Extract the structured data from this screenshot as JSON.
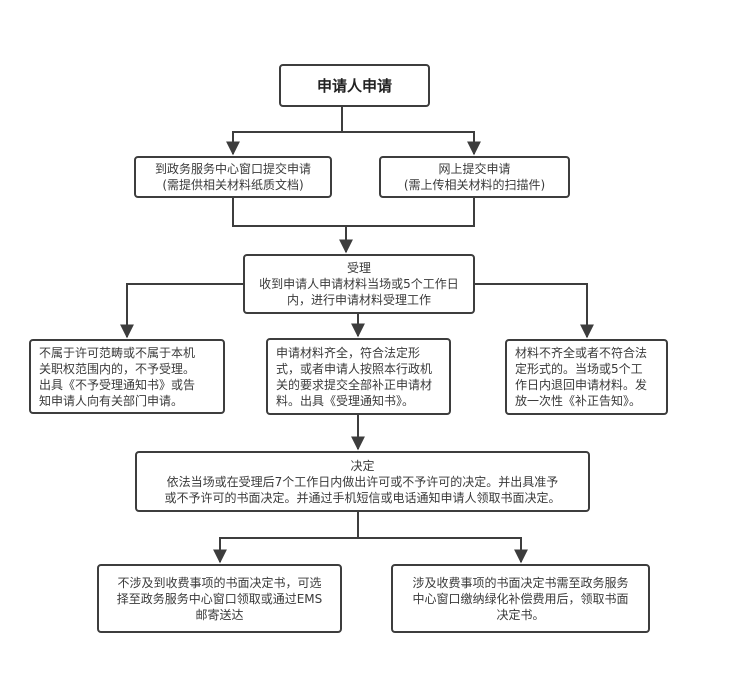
{
  "diagram": {
    "type": "flowchart",
    "colors": {
      "border": "#3d3d3d",
      "line": "#3d3d3d",
      "text": "#3a3a3a",
      "background": "#ffffff"
    },
    "nodes": {
      "apply": {
        "lines": [
          "申请人申请"
        ]
      },
      "offline_submit": {
        "lines": [
          "到政务服务中心窗口提交申请",
          "(需提供相关材料纸质文档)"
        ]
      },
      "online_submit": {
        "lines": [
          "网上提交申请",
          "(需上传相关材料的扫描件)"
        ]
      },
      "acceptance": {
        "lines": [
          "受理",
          "收到申请人申请材料当场或5个工作日",
          "内，进行申请材料受理工作"
        ]
      },
      "not_accepted": {
        "lines": [
          "不属于许可范畴或不属于本机",
          "关职权范围内的，不予受理。",
          "出具《不予受理通知书》或告",
          "知申请人向有关部门申请。"
        ]
      },
      "accepted": {
        "lines": [
          "申请材料齐全，符合法定形",
          "式，或者申请人按照本行政机",
          "关的要求提交全部补正申请材",
          "料。出具《受理通知书》。"
        ]
      },
      "incomplete": {
        "lines": [
          "材料不齐全或者不符合法",
          "定形式的。当场或5个工",
          "作日内退回申请材料。发",
          "放一次性《补正告知》。"
        ]
      },
      "decision": {
        "lines": [
          "决定",
          "依法当场或在受理后7个工作日内做出许可或不予许可的决定。并出具准予",
          "或不予许可的书面决定。并通过手机短信或电话通知申请人领取书面决定。"
        ]
      },
      "no_fee": {
        "lines": [
          "不涉及到收费事项的书面决定书，可选",
          "择至政务服务中心窗口领取或通过EMS",
          "邮寄送达"
        ]
      },
      "with_fee": {
        "lines": [
          "涉及收费事项的书面决定书需至政务服务",
          "中心窗口缴纳绿化补偿费用后，领取书面",
          "决定书。"
        ]
      }
    },
    "edges": [
      [
        "apply",
        "offline_submit"
      ],
      [
        "apply",
        "online_submit"
      ],
      [
        "offline_submit",
        "acceptance"
      ],
      [
        "online_submit",
        "acceptance"
      ],
      [
        "acceptance",
        "not_accepted"
      ],
      [
        "acceptance",
        "accepted"
      ],
      [
        "acceptance",
        "incomplete"
      ],
      [
        "accepted",
        "decision"
      ],
      [
        "decision",
        "no_fee"
      ],
      [
        "decision",
        "with_fee"
      ]
    ]
  }
}
